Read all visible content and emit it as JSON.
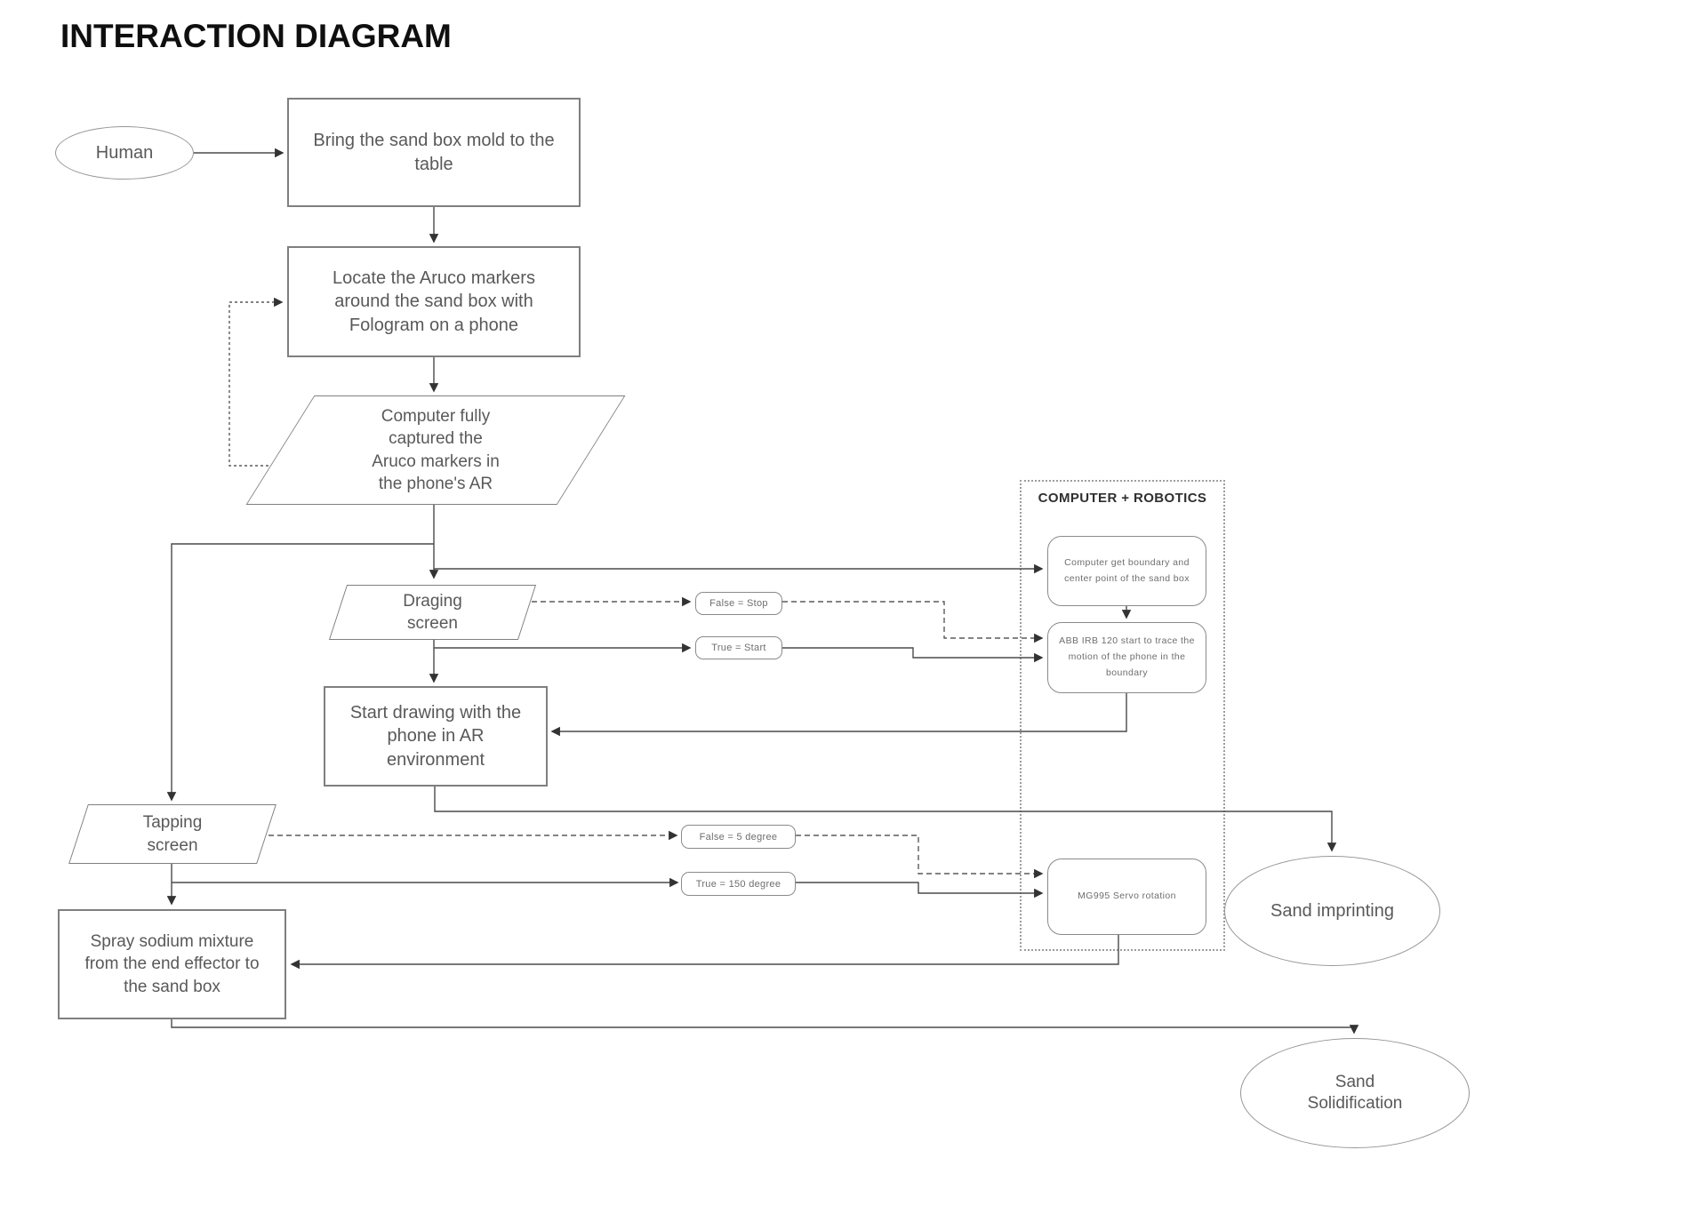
{
  "title": "INTERACTION DIAGRAM",
  "nodes": {
    "human": "Human",
    "bring": "Bring the sand box mold to the\ntable",
    "locate": "Locate the Aruco markers\naround the sand box with\nFologram on a phone",
    "captured": "Computer fully\ncaptured the\nAruco markers in\nthe phone's AR",
    "draging": "Draging\nscreen",
    "false_stop": "False = Stop",
    "true_start": "True = Start",
    "start_drawing": "Start drawing with the\nphone in AR\nenvironment",
    "tapping": "Tapping\nscreen",
    "false_5": "False = 5 degree",
    "true_150": "True = 150 degree",
    "spray": "Spray sodium mixture\nfrom the end effector to\nthe sand box",
    "container_title": "COMPUTER + ROBOTICS",
    "comp_get": "Computer get boundary and\ncenter point of the sand box",
    "abb": "ABB IRB 120 start to trace the\nmotion of the phone in the\nboundary",
    "mg995": "MG995 Servo rotation",
    "sand_imprinting": "Sand imprinting",
    "sand_solidification": "Sand\nSolidification"
  },
  "colors": {
    "background": "#ffffff",
    "line": "#4a4a4a",
    "box_border": "#7f7f7f",
    "node_text": "#595959",
    "title_text": "#0f0f0f",
    "container_border": "#9d9d9d"
  }
}
